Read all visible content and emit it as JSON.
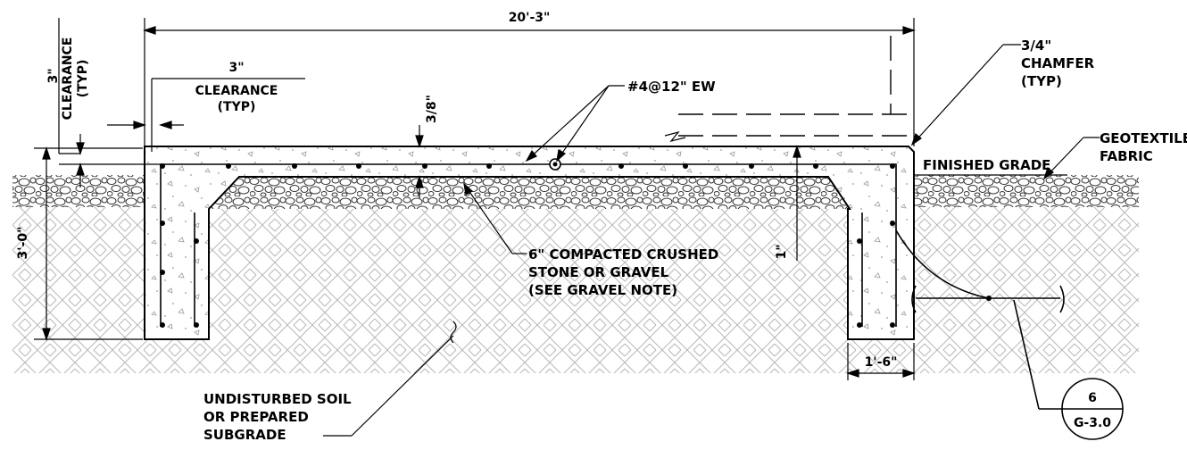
{
  "dimensions": {
    "overall_width": "20'-3\"",
    "depth": "3'-0\"",
    "footing_width": "1'-6\"",
    "slab_top_offset": "3/8\"",
    "chamfer_rise": "1\"",
    "clearance_side": "3\""
  },
  "labels": {
    "clearance_side": [
      "CLEARANCE",
      "(TYP)"
    ],
    "clearance_side_value": "3\"",
    "clearance_top": [
      "CLEARANCE",
      "(TYP)"
    ],
    "rebar": "#4@12\" EW",
    "chamfer": [
      "3/4\"",
      "CHAMFER",
      "(TYP)"
    ],
    "geotextile": [
      "GEOTEXTILE",
      "FABRIC"
    ],
    "finished_grade": "FINISHED GRADE",
    "gravel": [
      "6\" COMPACTED CRUSHED",
      "STONE OR GRAVEL",
      "(SEE GRAVEL NOTE)"
    ],
    "soil": [
      "UNDISTURBED SOIL",
      "OR PREPARED",
      "SUBGRADE"
    ]
  },
  "detail_reference": {
    "number": "6",
    "sheet": "G-3.0"
  },
  "colors": {
    "line": "#000000",
    "hatch": "#b8b8b8",
    "gravel_stroke": "#333333",
    "concrete_speck": "#9a9a9a"
  }
}
